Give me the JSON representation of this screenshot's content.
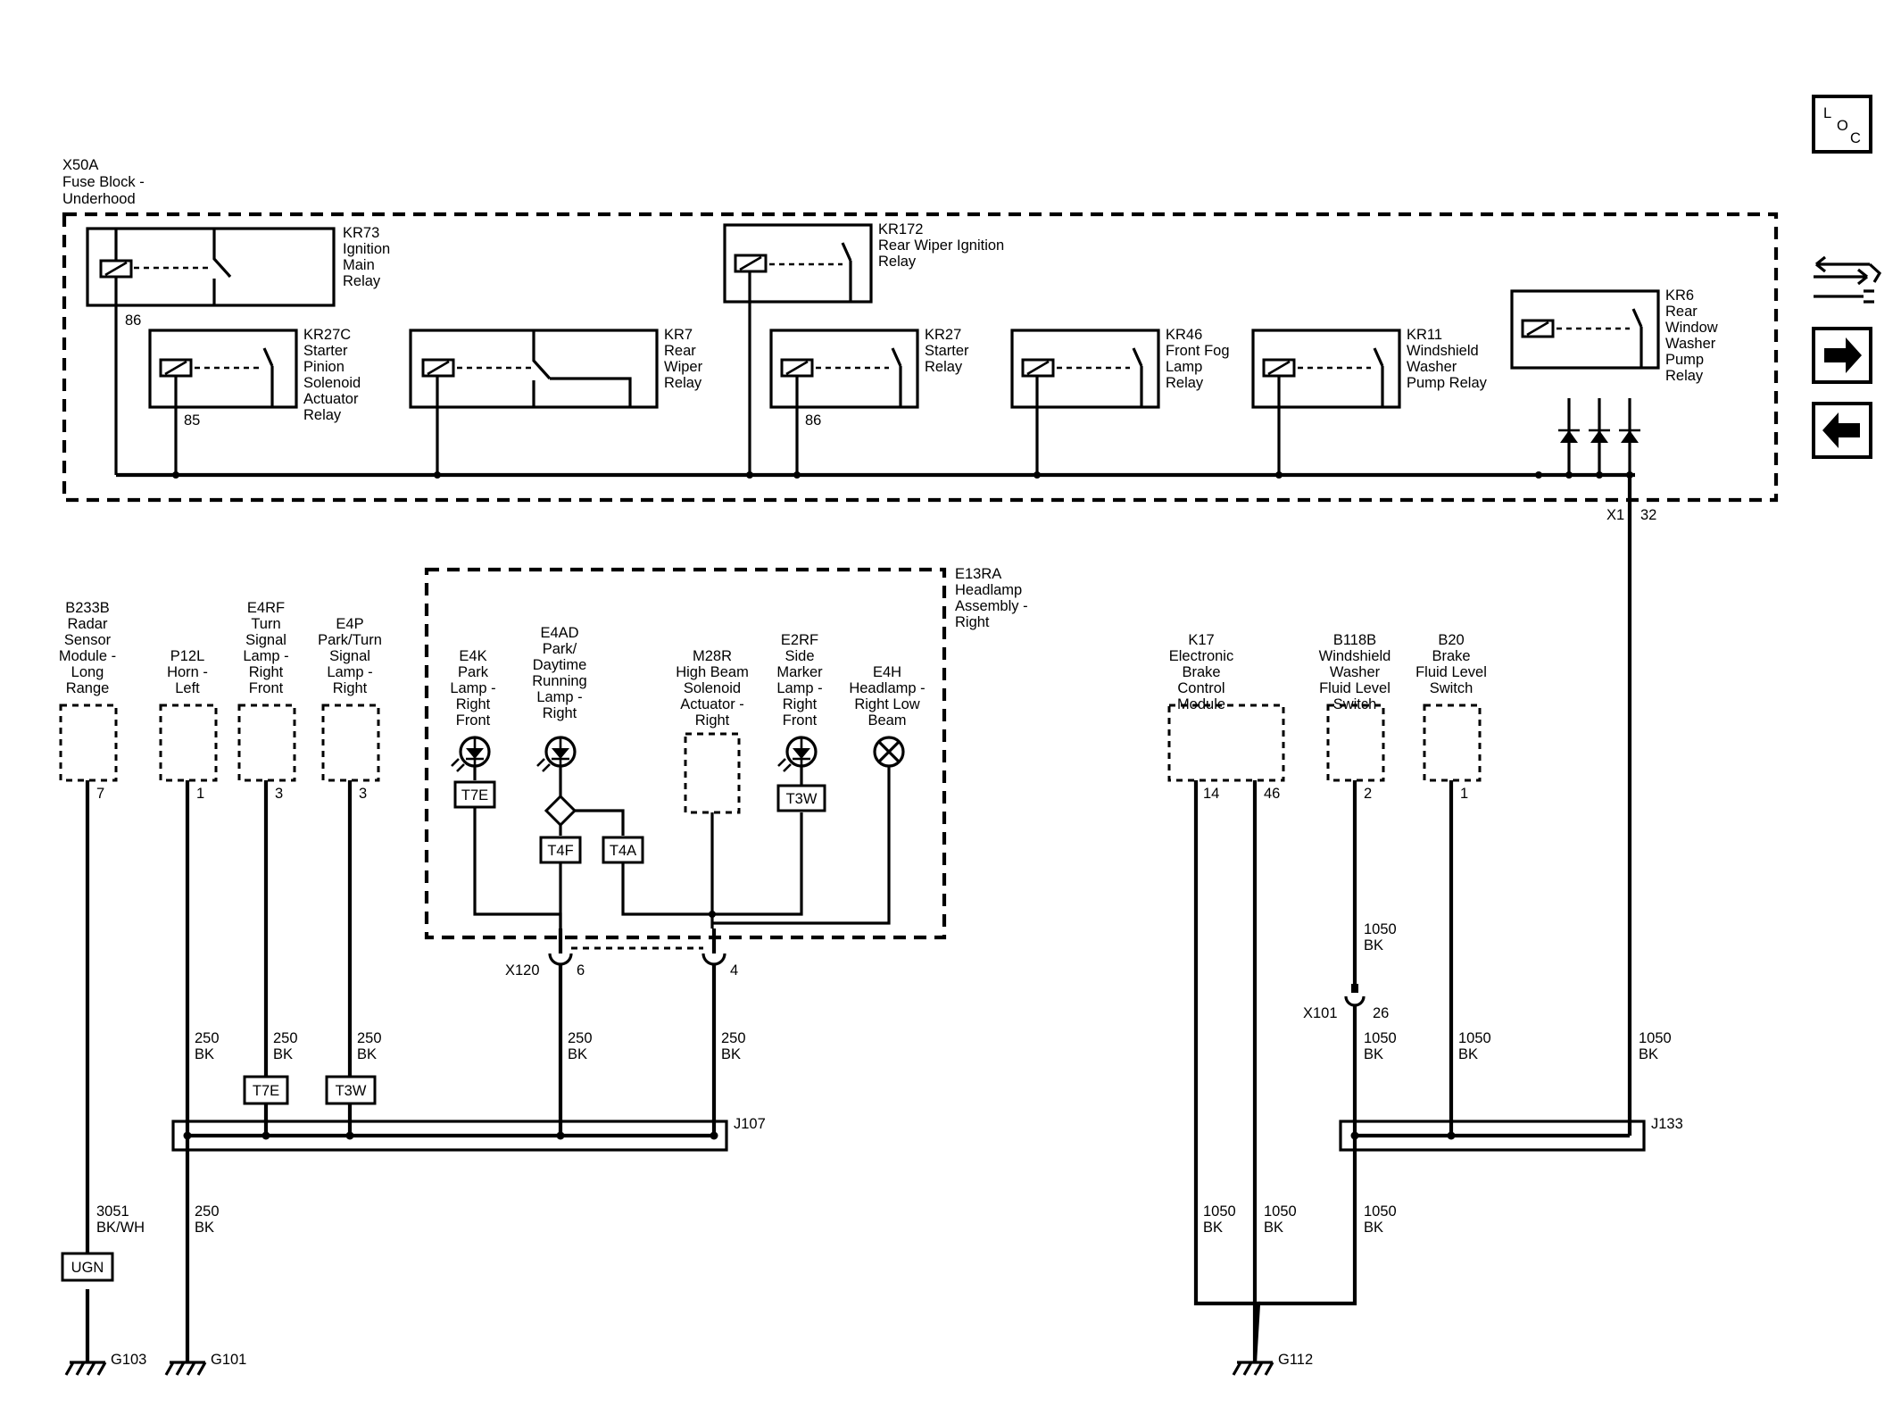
{
  "nav": {
    "loc": [
      "L",
      "O",
      "C"
    ]
  },
  "fuse_block": {
    "id": "X50A",
    "name": [
      "Fuse Block -",
      "Underhood"
    ],
    "connector": "X1",
    "pin": "32"
  },
  "relays": {
    "kr73": {
      "id": "KR73",
      "name": [
        "Ignition",
        "Main",
        "Relay"
      ],
      "pin": "86"
    },
    "kr27c": {
      "id": "KR27C",
      "name": [
        "Starter",
        "Pinion",
        "Solenoid",
        "Actuator",
        "Relay"
      ],
      "pin": "85"
    },
    "kr7": {
      "id": "KR7",
      "name": [
        "Rear",
        "Wiper",
        "Relay"
      ]
    },
    "kr172": {
      "id": "KR172",
      "name": [
        "Rear Wiper Ignition",
        "Relay"
      ]
    },
    "kr27": {
      "id": "KR27",
      "name": [
        "Starter",
        "Relay"
      ],
      "pin": "86"
    },
    "kr46": {
      "id": "KR46",
      "name": [
        "Front Fog",
        "Lamp",
        "Relay"
      ]
    },
    "kr11": {
      "id": "KR11",
      "name": [
        "Windshield",
        "Washer",
        "Pump Relay"
      ]
    },
    "kr6": {
      "id": "KR6",
      "name": [
        "Rear",
        "Window",
        "Washer",
        "Pump",
        "Relay"
      ]
    }
  },
  "headlamp": {
    "id": "E13RA",
    "name": [
      "Headlamp",
      "Assembly -",
      "Right"
    ]
  },
  "components": {
    "b233b": {
      "id": "B233B",
      "name": [
        "Radar",
        "Sensor",
        "Module -",
        "Long",
        "Range"
      ],
      "pin": "7"
    },
    "p12l": {
      "id": "P12L",
      "name": [
        "Horn -",
        "Left"
      ],
      "pin": "1"
    },
    "e4rf": {
      "id": "E4RF",
      "name": [
        "Turn",
        "Signal",
        "Lamp -",
        "Right",
        "Front"
      ],
      "pin": "3"
    },
    "e4p": {
      "id": "E4P",
      "name": [
        "Park/Turn",
        "Signal",
        "Lamp -",
        "Right"
      ],
      "pin": "3"
    },
    "e4k": {
      "id": "E4K",
      "name": [
        "Park",
        "Lamp -",
        "Right",
        "Front"
      ]
    },
    "e4ad": {
      "id": "E4AD",
      "name": [
        "Park/",
        "Daytime",
        "Running",
        "Lamp -",
        "Right"
      ]
    },
    "m28r": {
      "id": "M28R",
      "name": [
        "High Beam",
        "Solenoid",
        "Actuator -",
        "Right"
      ]
    },
    "e2rf": {
      "id": "E2RF",
      "name": [
        "Side",
        "Marker",
        "Lamp -",
        "Right",
        "Front"
      ]
    },
    "e4h": {
      "id": "E4H",
      "name": [
        "Headlamp -",
        "Right Low",
        "Beam"
      ]
    },
    "k17": {
      "id": "K17",
      "name": [
        "Electronic",
        "Brake",
        "Control",
        "Module"
      ],
      "pins": [
        "14",
        "46"
      ]
    },
    "b118b": {
      "id": "B118B",
      "name": [
        "Windshield",
        "Washer",
        "Fluid Level",
        "Switch"
      ],
      "pin": "2"
    },
    "b20": {
      "id": "B20",
      "name": [
        "Brake",
        "Fluid Level",
        "Switch"
      ],
      "pin": "1"
    }
  },
  "tags": {
    "t7e": "T7E",
    "t4f": "T4F",
    "t4a": "T4A",
    "t3w": "T3W",
    "ugn": "UGN"
  },
  "connectors": {
    "x120": {
      "id": "X120",
      "pin_a": "6",
      "pin_b": "4"
    },
    "x101": {
      "id": "X101",
      "pin": "26"
    }
  },
  "splices": {
    "j107": "J107",
    "j133": "J133"
  },
  "wires": {
    "w250": [
      "250",
      "BK"
    ],
    "w1050": [
      "1050",
      "BK"
    ],
    "w3051": [
      "3051",
      "BK/WH"
    ]
  },
  "grounds": {
    "g103": "G103",
    "g101": "G101",
    "g112": "G112"
  }
}
